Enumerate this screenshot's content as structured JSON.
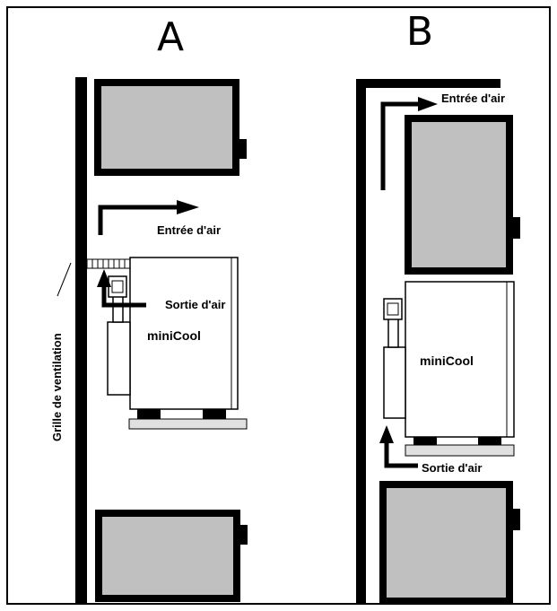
{
  "panels": {
    "a": {
      "letter": "A",
      "unit_label": "miniCool",
      "inlet_label": "Entrée d'air",
      "outlet_label": "Sortie d'air",
      "grille_label": "Grille de ventilation"
    },
    "b": {
      "letter": "B",
      "unit_label": "miniCool",
      "inlet_label": "Entrée d'air",
      "outlet_label": "Sortie d'air"
    }
  },
  "colors": {
    "cabinet_fill": "#c0c0c0",
    "line": "#000000",
    "unit_fill": "#ffffff",
    "base_fill": "#e0e0e0"
  }
}
